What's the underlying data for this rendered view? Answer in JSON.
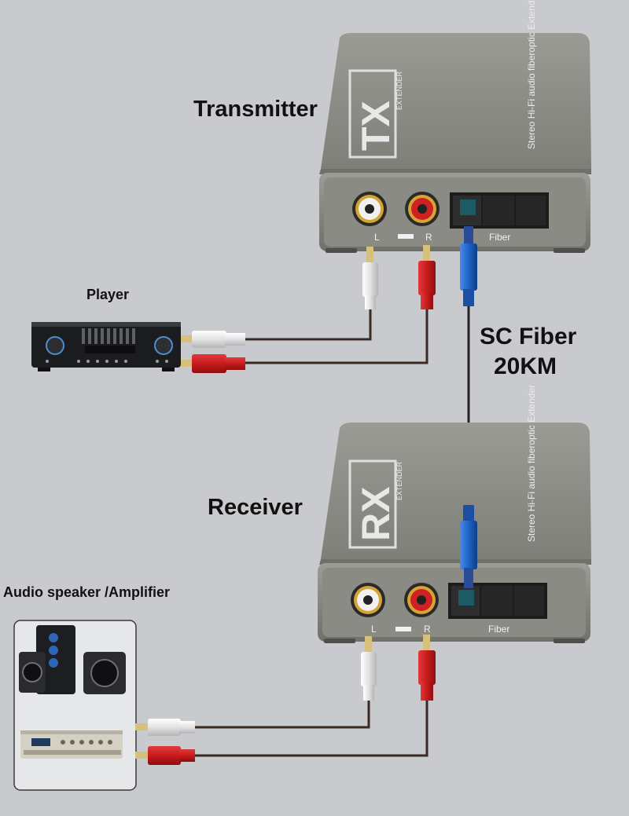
{
  "labels": {
    "transmitter": "Transmitter",
    "receiver": "Receiver",
    "player": "Player",
    "speaker": "Audio speaker /Amplifier",
    "fiber_type": "SC Fiber",
    "distance": "20KM"
  },
  "tx_device": {
    "badge": "TX",
    "sub": "EXTENDER",
    "side": "Stereo Hi-Fi audio fiberoptic Extender",
    "port_left": "L",
    "port_right": "R",
    "port_fiber": "Fiber"
  },
  "rx_device": {
    "badge": "RX",
    "sub": "EXTENDER",
    "side": "Stereo Hi-Fi audio fiberoptic Extender",
    "port_left": "L",
    "port_right": "R",
    "port_fiber": "Fiber"
  },
  "colors": {
    "background": "#c9cacd",
    "device_body": "#8b8c86",
    "rca_red": "#c81b1d",
    "rca_white": "#e8e8e8",
    "fiber_blue": "#1e63c8",
    "cable": "#3a2a24"
  }
}
